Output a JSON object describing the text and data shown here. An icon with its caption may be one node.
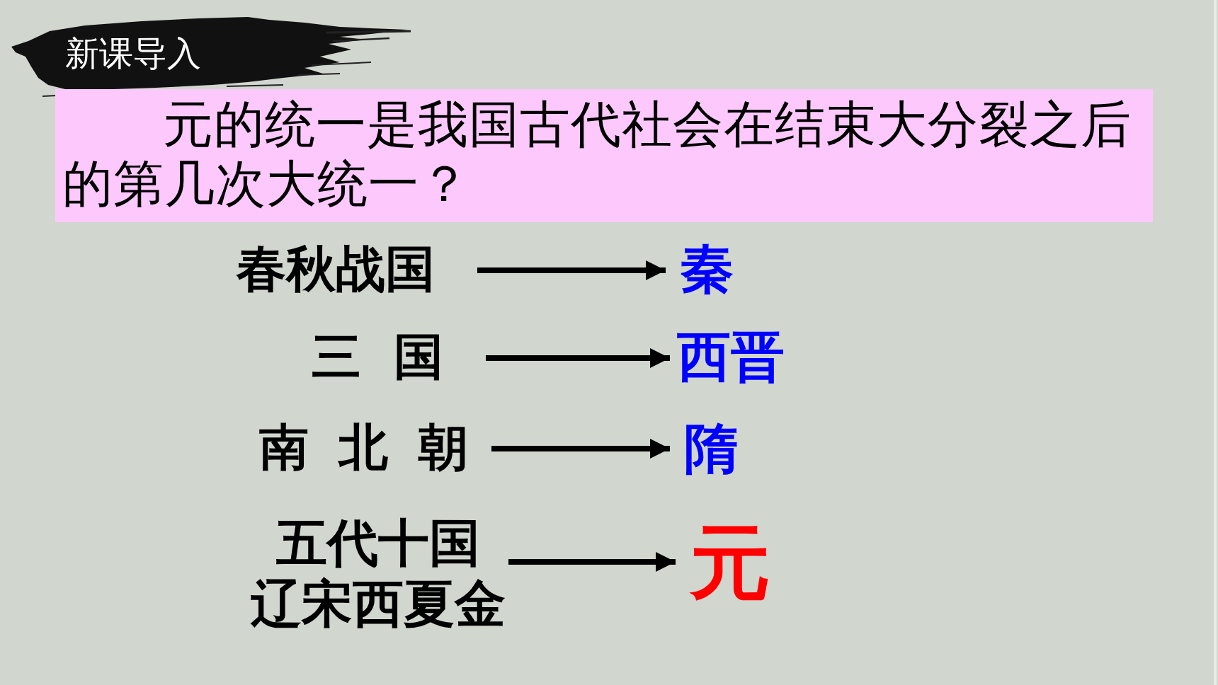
{
  "diagram": {
    "nodes": [
      {
        "text": [
          "新课导入"
        ]
      },
      {
        "text": [
          "元的统一是我国古代社会在结束大分裂之后的第几次大统一？"
        ]
      },
      {
        "text": [
          "春秋战国"
        ]
      },
      {
        "text": [
          "秦"
        ]
      },
      {
        "text": [
          "三 国"
        ]
      },
      {
        "text": [
          "西晋"
        ]
      },
      {
        "text": [
          "南 北 朝"
        ]
      },
      {
        "text": [
          "隋"
        ]
      },
      {
        "text": [
          "五代十国辽宋西夏金"
        ]
      },
      {
        "text": [
          "元"
        ]
      }
    ],
    "edges": [
      {
        "from": 2,
        "to": 3,
        "arrow": "to"
      },
      {
        "from": 4,
        "to": 5,
        "arrow": "to"
      },
      {
        "from": 6,
        "to": 7,
        "arrow": "to"
      },
      {
        "from": 8,
        "to": 9,
        "arrow": "to"
      }
    ]
  }
}
